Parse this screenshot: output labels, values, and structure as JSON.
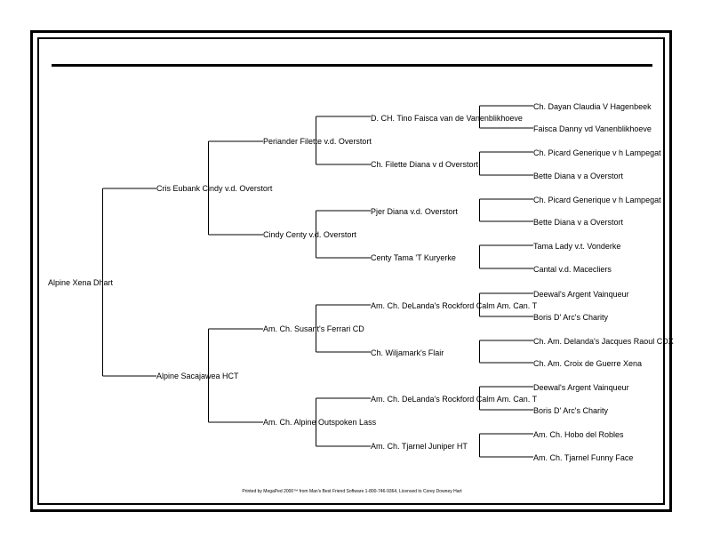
{
  "pedigree": {
    "subject": "Alpine Xena Dhart",
    "sire": "Cris Eubank Cindy v.d. Overstort",
    "dam": "Alpine Sacajawea HCT",
    "grandparents": {
      "sire_sire": "Periander Filette v.d. Overstort",
      "sire_dam": "Cindy Centy v.d. Overstort",
      "dam_sire": "Am. Ch. Susant's Ferrari CD",
      "dam_dam": "Am. Ch. Alpine Outspoken Lass"
    },
    "great_grandparents": [
      "D. CH. Tino Faisca van de Vanenblikhoeve",
      "Ch. Filette Diana v d Overstort",
      "Pjer Diana v.d. Overstort",
      "Centy Tama 'T Kuryerke",
      "Am. Ch. DeLanda's Rockford Calm Am. Can. T",
      "Ch. Wiljamark's Flair",
      "Am. Ch. DeLanda's Rockford Calm Am. Can. T",
      "Am. Ch. Tjarnel Juniper HT"
    ],
    "great_great_grandparents": [
      "Ch. Dayan Claudia V Hagenbeek",
      "Faisca Danny vd Vanenblikhoeve",
      "Ch. Picard Generique v h Lampegat",
      "Bette Diana v a Overstort",
      "Ch. Picard Generique v h Lampegat",
      "Bette Diana v a Overstort",
      "Tama Lady v.t. Vonderke",
      "Cantal v.d. Macecliers",
      "Deewal's Argent Vainqueur",
      "Boris D' Arc's Charity",
      "Ch. Am. Delanda's Jacques Raoul CDX",
      "Ch. Am. Croix de Guerre Xena",
      "Deewal's Argent Vainqueur",
      "Boris D' Arc's Charity",
      "Am. Ch. Hobo del Robles",
      "Am. Ch. Tjarnel Funny Face"
    ]
  },
  "footer": {
    "text": "Printed by MegaPed 2000™ from Man's Best Friend Software  1-800-746-9364, Licensed to Corey Downey Hart"
  }
}
